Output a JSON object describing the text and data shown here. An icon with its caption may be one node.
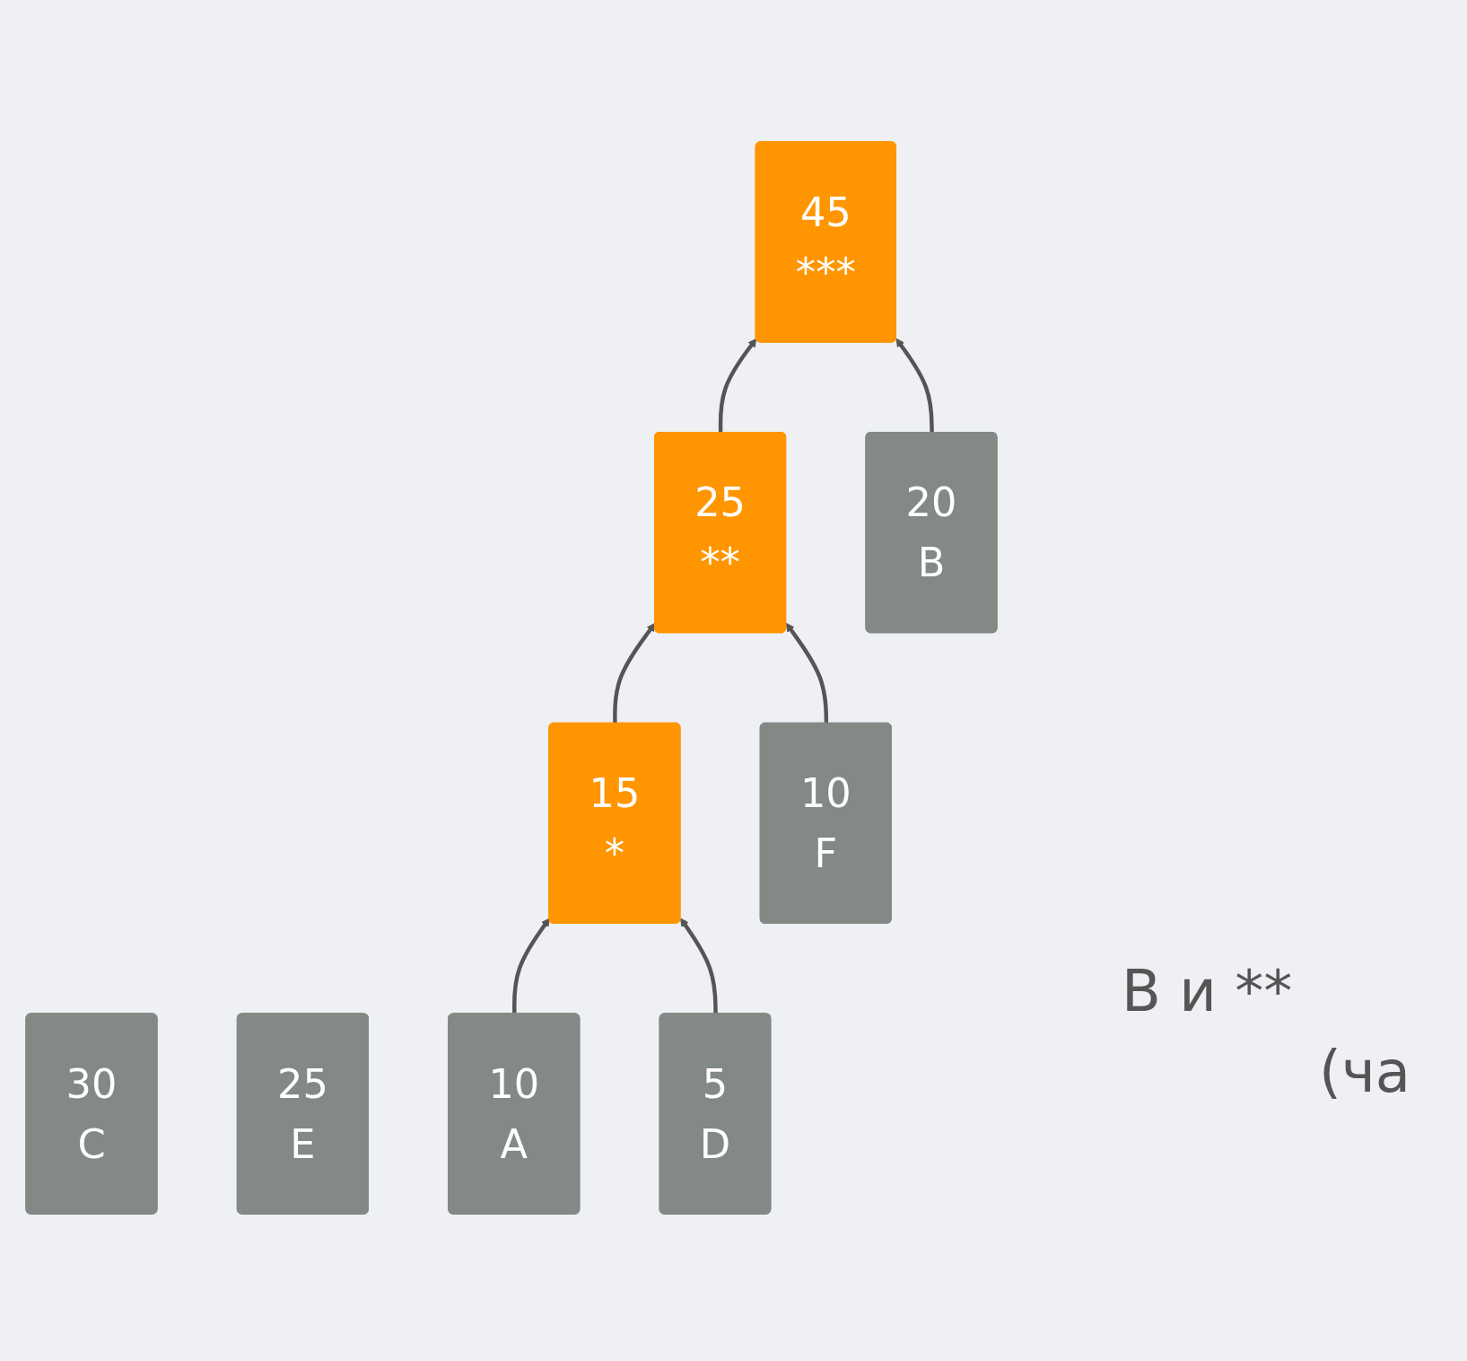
{
  "diagram": {
    "nodes": [
      {
        "text": [
          "45",
          "***"
        ]
      },
      {
        "text": [
          "30",
          "C"
        ]
      },
      {
        "text": [
          "25",
          "E"
        ]
      },
      {
        "text": [
          "25",
          "**"
        ]
      },
      {
        "text": [
          "20",
          "B"
        ]
      },
      {
        "text": [
          "15",
          "*"
        ]
      },
      {
        "text": [
          "10",
          "F"
        ]
      },
      {
        "text": [
          "10",
          "A"
        ]
      },
      {
        "text": [
          "5",
          "D"
        ]
      }
    ],
    "edges": [
      {
        "from": 3,
        "to": 0,
        "arrow": "to"
      },
      {
        "from": 4,
        "to": 0,
        "arrow": "to"
      },
      {
        "from": 5,
        "to": 3,
        "arrow": "to"
      },
      {
        "from": 6,
        "to": 3,
        "arrow": "to"
      },
      {
        "from": 7,
        "to": 5,
        "arrow": "to"
      },
      {
        "from": 8,
        "to": 5,
        "arrow": "to"
      }
    ],
    "labels": [
      "B и **",
      "(ча"
    ]
  }
}
